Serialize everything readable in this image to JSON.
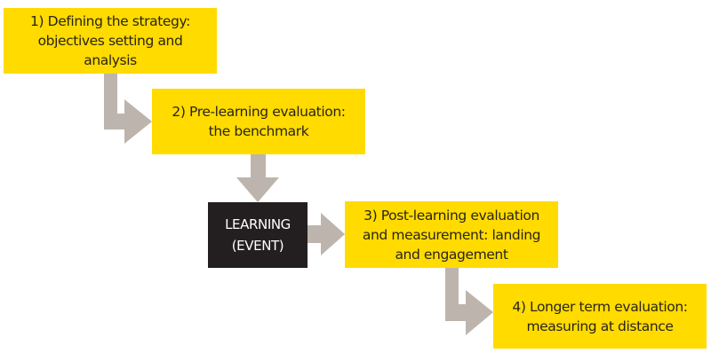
{
  "colors": {
    "step_fill": "#FFDB00",
    "event_fill": "#231F20",
    "arrow_fill": "#BDB5AD",
    "step_text": "#2a2418",
    "event_text": "#FFFFFF"
  },
  "steps": [
    {
      "lines": [
        "1) Defining the strategy:",
        "objectives setting and",
        "analysis"
      ]
    },
    {
      "lines": [
        "2) Pre-learning evaluation:",
        "the benchmark"
      ]
    },
    {
      "lines": [
        "3) Post-learning evaluation",
        "and measurement: landing",
        "and engagement"
      ]
    },
    {
      "lines": [
        "4) Longer term evaluation:",
        "measuring at distance"
      ]
    }
  ],
  "event": {
    "lines": [
      "LEARNING",
      "(EVENT)"
    ]
  },
  "arrows": [
    {
      "from": "step-1",
      "to": "step-2",
      "shape": "elbow-right"
    },
    {
      "from": "step-2",
      "to": "event",
      "shape": "down"
    },
    {
      "from": "event",
      "to": "step-3",
      "shape": "right"
    },
    {
      "from": "step-3",
      "to": "step-4",
      "shape": "elbow-right"
    }
  ]
}
